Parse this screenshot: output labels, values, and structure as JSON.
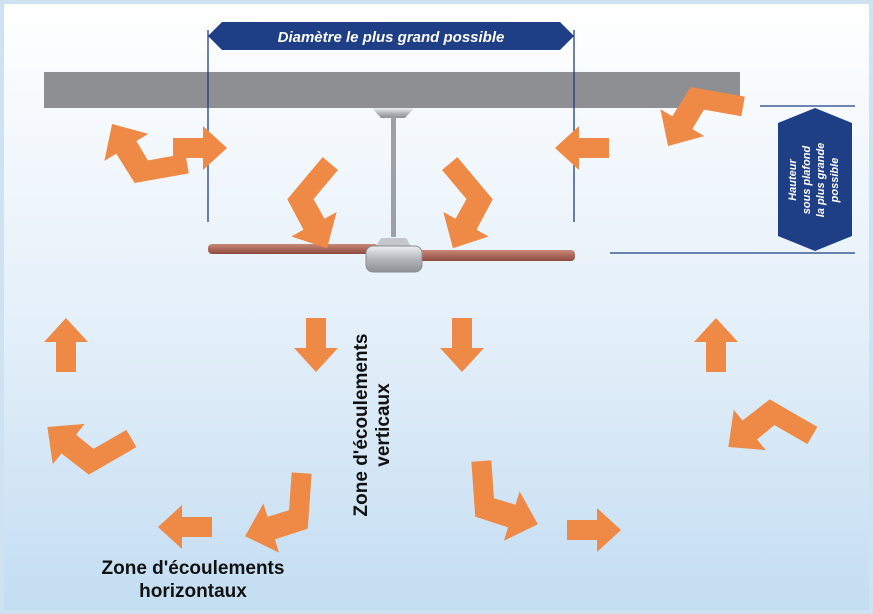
{
  "labels": {
    "diameter": "Diamètre le plus grand possible",
    "height_line1": "Hauteur",
    "height_line2": "sous plafond",
    "height_line3": "la plus grande",
    "height_line4": "possible",
    "vertical_line1": "Zone d'écoulements",
    "vertical_line2": "verticaux",
    "horizontal_line1": "Zone d'écoulements",
    "horizontal_line2": "horizontaux"
  },
  "colors": {
    "arrow": "#ee8a45",
    "ceiling": "#8e8f93",
    "badge": "#1e3f86",
    "bg_top": "#ffffff",
    "bg_bottom": "#c9e1f3",
    "blade": "#a3584c",
    "fan_metal": "#b9bcc1"
  },
  "icons": {
    "flow": "arrow-icon",
    "fan": "ceiling-fan-icon"
  }
}
